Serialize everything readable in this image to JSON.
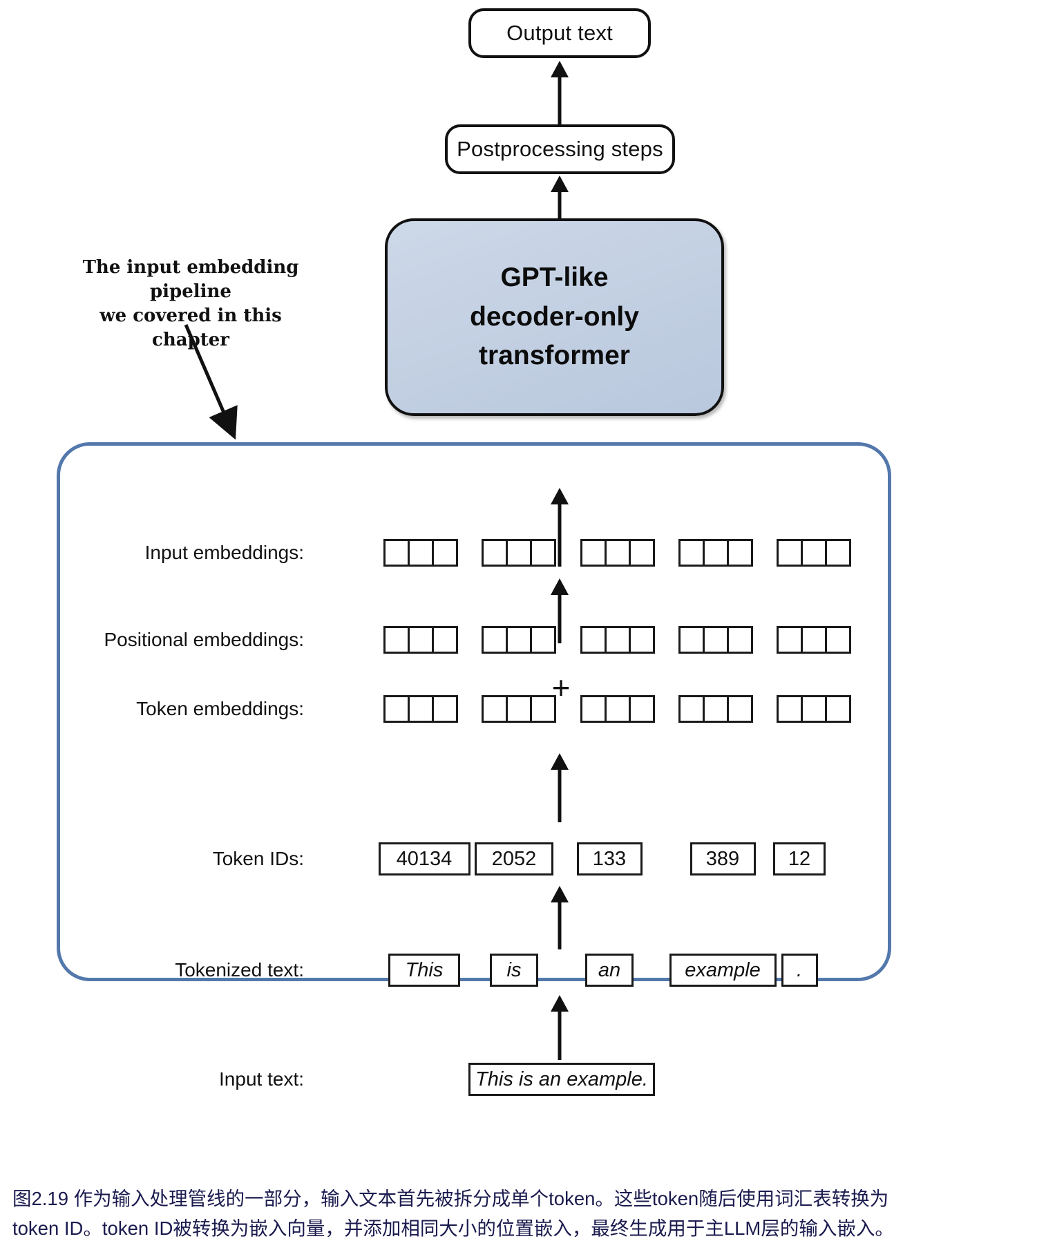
{
  "diagram": {
    "output_text_label": "Output text",
    "postprocessing_label": "Postprocessing steps",
    "gpt_block_label": "GPT-like\ndecoder-only\ntransformer",
    "annotation": "The input embedding pipeline\nwe covered in this chapter",
    "container_border_color": "#5378ac",
    "gpt_block_fill": "#c5d2e3",
    "rows": [
      {
        "id": "input-embeddings",
        "label": "Input embeddings:",
        "kind": "cells",
        "groups": 5,
        "cells_per_group": 3
      },
      {
        "id": "positional-embeddings",
        "label": "Positional embeddings:",
        "kind": "cells",
        "groups": 5,
        "cells_per_group": 3
      },
      {
        "id": "token-embeddings",
        "label": "Token embeddings:",
        "kind": "cells",
        "groups": 5,
        "cells_per_group": 3
      },
      {
        "id": "token-ids",
        "label": "Token IDs:",
        "kind": "boxes",
        "values": [
          "40134",
          "2052",
          "133",
          "389",
          "12"
        ]
      },
      {
        "id": "tokenized-text",
        "label": "Tokenized text:",
        "kind": "boxes",
        "italic": true,
        "values": [
          "This",
          "is",
          "an",
          "example",
          "."
        ]
      },
      {
        "id": "input-text",
        "label": "Input text:",
        "kind": "single",
        "italic": true,
        "value": "This is an example."
      }
    ],
    "plus_symbol": "+"
  },
  "caption": {
    "line1": "图2.19 作为输入处理管线的一部分，输入文本首先被拆分成单个token。这些token随后使用词汇表转换为",
    "line2": "token ID。token ID被转换为嵌入向量，并添加相同大小的位置嵌入，最终生成用于主LLM层的输入嵌入。"
  }
}
